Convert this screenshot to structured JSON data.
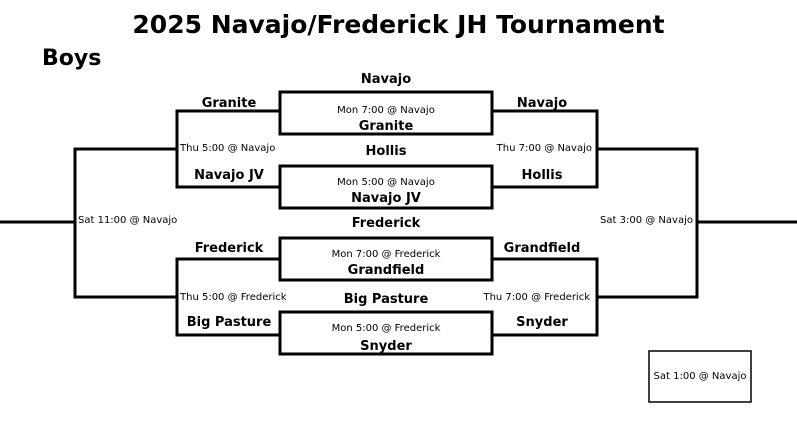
{
  "title": "2025 Navajo/Frederick JH Tournament",
  "division": "Boys",
  "first_round": [
    {
      "game": "Mon 7:00 @ Navajo",
      "home": "Navajo",
      "away": "Granite"
    },
    {
      "game": "Mon 5:00 @ Navajo",
      "home": "Hollis",
      "away": "Navajo JV"
    },
    {
      "game": "Mon 7:00 @ Frederick",
      "home": "Frederick",
      "away": "Grandfield"
    },
    {
      "game": "Mon 5:00 @ Frederick",
      "home": "Big Pasture",
      "away": "Snyder"
    }
  ],
  "left_bracket": {
    "top_team_1": "Granite",
    "top_team_2": "Navajo JV",
    "top_game": "Thu 5:00 @ Navajo",
    "bottom_team_1": "Frederick",
    "bottom_team_2": "Big Pasture",
    "bottom_game": "Thu 5:00 @ Frederick",
    "final_game": "Sat 11:00 @ Navajo"
  },
  "right_bracket": {
    "top_team_1": "Navajo",
    "top_team_2": "Hollis",
    "top_game": "Thu 7:00 @ Navajo",
    "bottom_team_1": "Grandfield",
    "bottom_team_2": "Snyder",
    "bottom_game": "Thu 7:00 @ Frederick",
    "final_game": "Sat 3:00 @ Navajo"
  },
  "championship": {
    "game": "Sat 1:00 @ Navajo"
  }
}
